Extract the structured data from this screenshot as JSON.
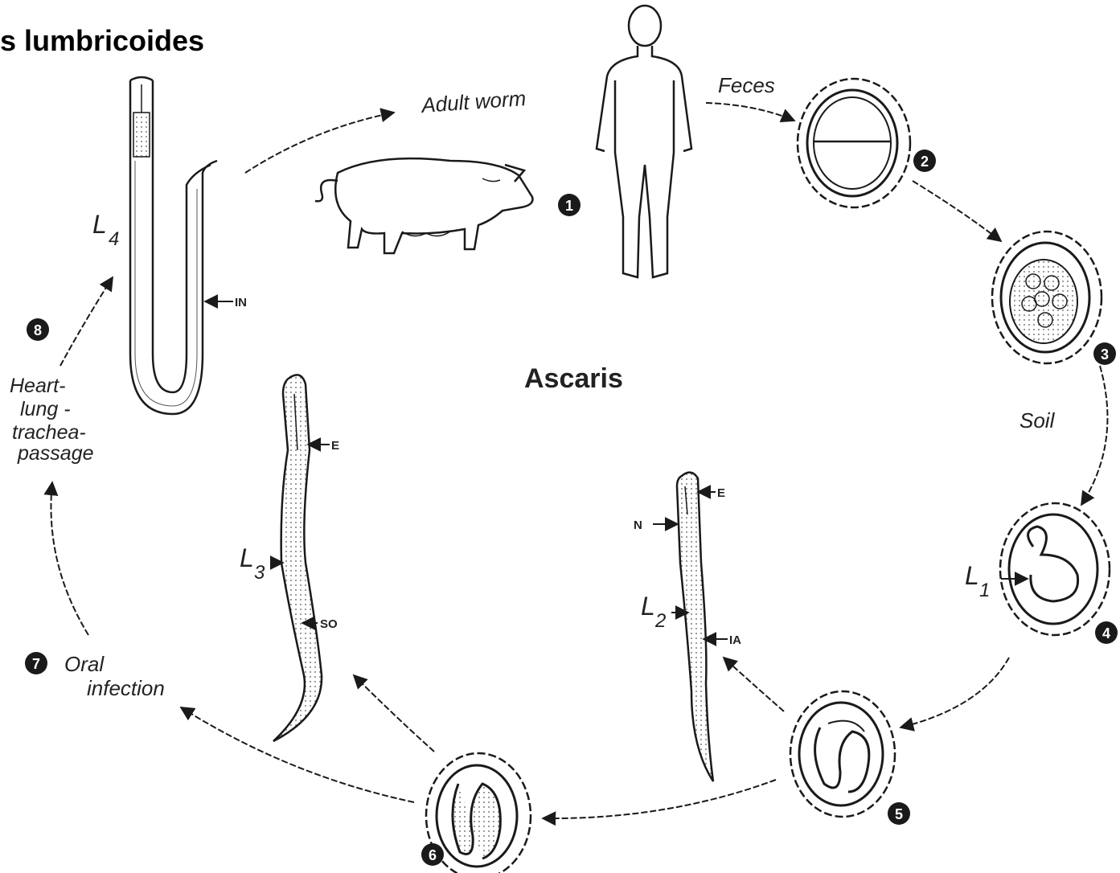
{
  "title": "s lumbricoides",
  "center_label": "Ascaris",
  "labels": {
    "adult_worm": "Adult worm",
    "feces": "Feces",
    "soil": "Soil",
    "oral_line1": "Oral",
    "oral_line2": "infection",
    "heart_line1": "Heart-",
    "heart_line2": "lung -",
    "heart_line3": "trachea-",
    "heart_line4": "passage"
  },
  "larval_stages": {
    "l1": "L",
    "l1_sub": "1",
    "l2": "L",
    "l2_sub": "2",
    "l3": "L",
    "l3_sub": "3",
    "l4": "L",
    "l4_sub": "4"
  },
  "structure_labels": {
    "in": "IN",
    "e_l3": "E",
    "so": "SO",
    "e_l2": "E",
    "n": "N",
    "ia": "IA"
  },
  "step_numbers": [
    "1",
    "2",
    "3",
    "4",
    "5",
    "6",
    "7",
    "8"
  ],
  "colors": {
    "ink": "#1a1a1a",
    "background": "#ffffff"
  }
}
